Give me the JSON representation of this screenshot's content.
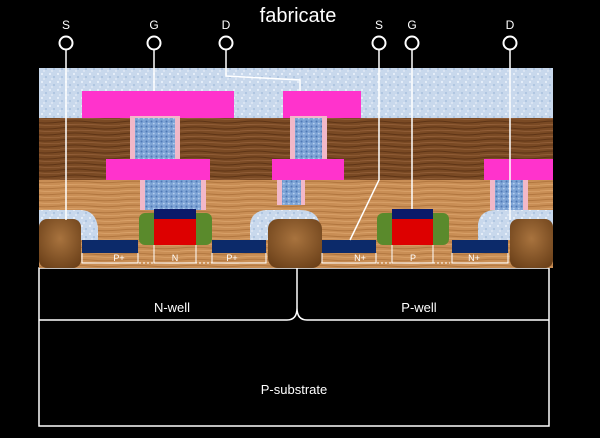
{
  "title": "fabricate",
  "terminals": {
    "left_s": "S",
    "left_g": "G",
    "left_d": "D",
    "right_s": "S",
    "right_g": "G",
    "right_d": "D"
  },
  "diffusions": {
    "p_plus_1": "P+",
    "n_body": "N",
    "p_plus_2": "P+",
    "n_plus_1": "N+",
    "p_body": "P",
    "n_plus_2": "N+"
  },
  "wells": {
    "n_well": "N-well",
    "p_well": "P-well",
    "substrate": "P-substrate"
  },
  "colors": {
    "background": "#000000",
    "outline": "#ffffff",
    "metal": "#ff33cc",
    "oxide": "#c8d8ec",
    "via": "#7ea4d6",
    "wood_dark": "#7a4a24",
    "wood_light": "#c98e55",
    "gate_poly": "#dd0000",
    "gate_cap": "#0a1a6a",
    "spacer": "#5a8a2c",
    "diffusion": "#0c2a6a"
  }
}
